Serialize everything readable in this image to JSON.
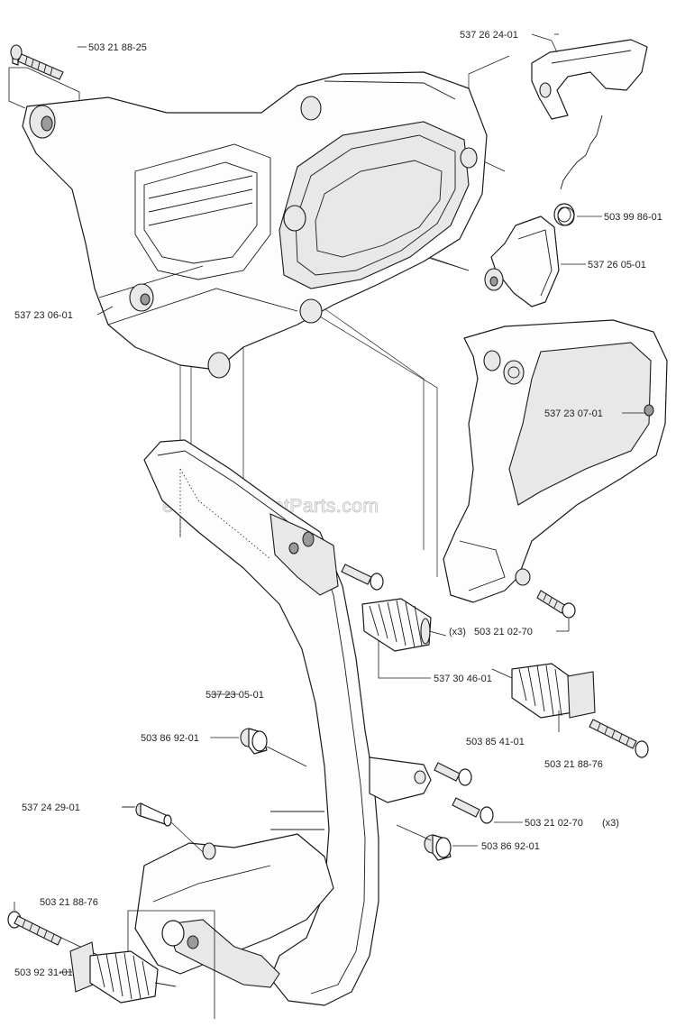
{
  "watermark": "eReplacementParts.com",
  "callouts": {
    "c1": "503 21 88-25",
    "c2": "537 26 24-01",
    "c3": "503 99 86-01",
    "c4": "537 26 05-01",
    "c5": "537 23 06-01",
    "c6": "537 23 07-01",
    "c7a": "(x3)",
    "c7": "503 21 02-70",
    "c8": "537 30 46-01",
    "c9": "537 23 05-01",
    "c10": "503 85 41-01",
    "c11": "503 86 92-01",
    "c12": "503 21 88-76",
    "c13": "537 24 29-01",
    "c14": "503 21 02-70",
    "c14a": "(x3)",
    "c15": "503 86 92-01",
    "c16": "503 21 88-76",
    "c17": "503 92 31-01"
  }
}
